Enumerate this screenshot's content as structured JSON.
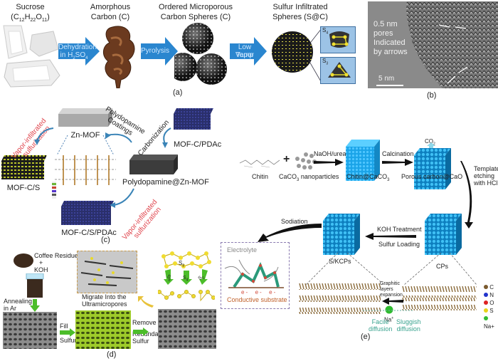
{
  "panel_a": {
    "tag": "(a)",
    "stages": [
      {
        "title": "Sucrose",
        "subtitle": "(C12H22O11)"
      },
      {
        "title": "Amorphous",
        "subtitle": "Carbon (C)"
      },
      {
        "title": "Ordered Microporous",
        "subtitle": "Carbon Spheres (C)"
      },
      {
        "title": "Sulfur Infiltrated",
        "subtitle": "Spheres (S@C)"
      }
    ],
    "arrows": [
      {
        "line1": "Dehydration",
        "line2": "in H2SO4"
      },
      {
        "line1": "Pyrolysis",
        "line2": ""
      },
      {
        "line1": "Low Temp",
        "line2": "Vapor"
      }
    ],
    "insets": [
      "S4",
      "S3"
    ]
  },
  "panel_b": {
    "tag": "(b)",
    "annotation": [
      "0.5 nm",
      "pores",
      "Indicated",
      "by arrows"
    ],
    "scale_bar": "5 nm"
  },
  "panel_c": {
    "tag": "(c)",
    "nodes": {
      "zn_mof": "Zn-MOF",
      "pda_zn_mof": "Polydopamine@Zn-MOF",
      "mof_c_pdac": "MOF-C/PDAc",
      "mof_c_s": "MOF-C/S",
      "mof_c_s_pdac": "MOF-C/S/PDAc"
    },
    "steps": {
      "coating": [
        "Polydopamine",
        "Coatings"
      ],
      "carbonization": "Carbonization",
      "vapor_top": [
        "Vapor-infiltrated",
        "sulfurization"
      ],
      "vapor_bottom": [
        "Vapor-infiltrated",
        "sulfurization"
      ]
    }
  },
  "panel_d": {
    "tag": "(d)",
    "labels": {
      "coffee": "Coffee Residues",
      "plus": "+",
      "koh": "KOH",
      "annealing": [
        "Annealing",
        "in Ar"
      ],
      "fill": [
        "Fill",
        "Sulfur"
      ],
      "migrate": [
        "Migrate Into the",
        "Ultramicropores"
      ],
      "remove": [
        "Remove",
        "Redundant",
        "Sulfur"
      ],
      "s8": "S8",
      "s_fragments": [
        "S6",
        "S4",
        "S2"
      ]
    }
  },
  "panel_e": {
    "tag": "(e)",
    "materials": [
      "Chitin",
      "CaCO3 nanoparticles",
      "Chitin@CaCO3",
      "Porous carbon@CaO"
    ],
    "steps": {
      "naoh": "NaOH/urea",
      "calcination": "Calcination",
      "co2": "CO2",
      "template": [
        "Template",
        "etching",
        "with HCl"
      ],
      "koh": "KOH Treatment",
      "sulfur": "Sulfur Loading",
      "sodiation": "Sodiation"
    },
    "products": {
      "skcps": "S/KCPs",
      "cps": "CPs"
    },
    "electrode": {
      "electrolyte": "Electrolyte",
      "electrons": [
        "e-",
        "e-",
        "e-"
      ],
      "substrate": "Conductive substrate"
    },
    "graphitic": [
      "Graphitic",
      "layers",
      "expansion"
    ],
    "na_ion": "Na+",
    "diffusion": {
      "facile": [
        "Facile",
        "diffusion"
      ],
      "sluggish": [
        "Sluggish",
        "diffusion"
      ]
    },
    "legend": [
      {
        "label": "C",
        "color": "#7a5a2e"
      },
      {
        "label": "N",
        "color": "#2233cc"
      },
      {
        "label": "O",
        "color": "#dd2222"
      },
      {
        "label": "S",
        "color": "#e8d21a"
      },
      {
        "label": "Na+",
        "color": "#33bb33"
      }
    ]
  }
}
